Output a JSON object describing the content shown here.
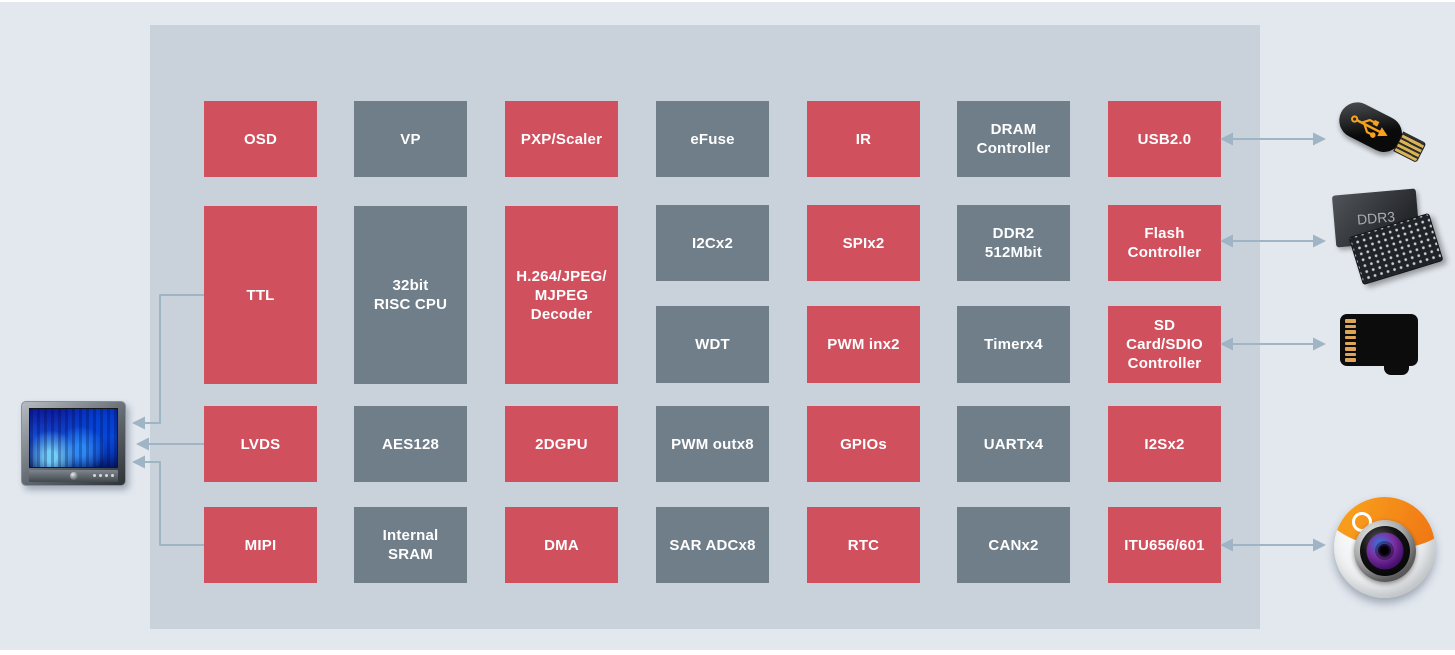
{
  "diagram": {
    "blocks": [
      {
        "id": "osd",
        "label": "OSD",
        "color": "red",
        "col": 0,
        "row": "r1"
      },
      {
        "id": "vp",
        "label": "VP",
        "color": "slate",
        "col": 1,
        "row": "r1"
      },
      {
        "id": "pxp-scaler",
        "label": "PXP/Scaler",
        "color": "red",
        "col": 2,
        "row": "r1"
      },
      {
        "id": "efuse",
        "label": "eFuse",
        "color": "slate",
        "col": 3,
        "row": "r1"
      },
      {
        "id": "ir",
        "label": "IR",
        "color": "red",
        "col": 4,
        "row": "r1"
      },
      {
        "id": "dram-controller",
        "label": "DRAM\nController",
        "color": "slate",
        "col": 5,
        "row": "r1"
      },
      {
        "id": "usb2",
        "label": "USB2.0",
        "color": "red",
        "col": 6,
        "row": "r1"
      },
      {
        "id": "ttl",
        "label": "TTL",
        "color": "red",
        "col": 0,
        "row": "tall"
      },
      {
        "id": "risc-cpu",
        "label": "32bit\nRISC CPU",
        "color": "slate",
        "col": 1,
        "row": "tall"
      },
      {
        "id": "decoder",
        "label": "H.264/JPEG/\nMJPEG\nDecoder",
        "color": "red",
        "col": 2,
        "row": "tall"
      },
      {
        "id": "i2c",
        "label": "I2Cx2",
        "color": "slate",
        "col": 3,
        "row": "r2"
      },
      {
        "id": "spi",
        "label": "SPIx2",
        "color": "red",
        "col": 4,
        "row": "r2"
      },
      {
        "id": "ddr2",
        "label": "DDR2\n512Mbit",
        "color": "slate",
        "col": 5,
        "row": "r2"
      },
      {
        "id": "flash-controller",
        "label": "Flash\nController",
        "color": "red",
        "col": 6,
        "row": "r2"
      },
      {
        "id": "wdt",
        "label": "WDT",
        "color": "slate",
        "col": 3,
        "row": "r3"
      },
      {
        "id": "pwm-in",
        "label": "PWM inx2",
        "color": "red",
        "col": 4,
        "row": "r3"
      },
      {
        "id": "timer",
        "label": "Timerx4",
        "color": "slate",
        "col": 5,
        "row": "r3"
      },
      {
        "id": "sd-controller",
        "label": "SD\nCard/SDIO\nController",
        "color": "red",
        "col": 6,
        "row": "r3"
      },
      {
        "id": "lvds",
        "label": "LVDS",
        "color": "red",
        "col": 0,
        "row": "r4"
      },
      {
        "id": "aes128",
        "label": "AES128",
        "color": "slate",
        "col": 1,
        "row": "r4"
      },
      {
        "id": "gpu",
        "label": "2DGPU",
        "color": "red",
        "col": 2,
        "row": "r4"
      },
      {
        "id": "pwm-out",
        "label": "PWM outx8",
        "color": "slate",
        "col": 3,
        "row": "r4"
      },
      {
        "id": "gpio",
        "label": "GPIOs",
        "color": "red",
        "col": 4,
        "row": "r4"
      },
      {
        "id": "uart",
        "label": "UARTx4",
        "color": "slate",
        "col": 5,
        "row": "r4"
      },
      {
        "id": "i2s",
        "label": "I2Sx2",
        "color": "red",
        "col": 6,
        "row": "r4"
      },
      {
        "id": "mipi",
        "label": "MIPI",
        "color": "red",
        "col": 0,
        "row": "r5"
      },
      {
        "id": "sram",
        "label": "Internal\nSRAM",
        "color": "slate",
        "col": 1,
        "row": "r5"
      },
      {
        "id": "dma",
        "label": "DMA",
        "color": "red",
        "col": 2,
        "row": "r5"
      },
      {
        "id": "sar-adc",
        "label": "SAR ADCx8",
        "color": "slate",
        "col": 3,
        "row": "r5"
      },
      {
        "id": "rtc",
        "label": "RTC",
        "color": "red",
        "col": 4,
        "row": "r5"
      },
      {
        "id": "can",
        "label": "CANx2",
        "color": "slate",
        "col": 5,
        "row": "r5"
      },
      {
        "id": "itu",
        "label": "ITU656/601",
        "color": "red",
        "col": 6,
        "row": "r5"
      }
    ],
    "devices": {
      "display": {
        "icon": "lcd-monitor-icon"
      },
      "usb_drive": {
        "icon": "usb-flash-drive-icon"
      },
      "ddr3": {
        "icon": "ddr3-memory-chips-icon",
        "label": "DDR3"
      },
      "sd_card": {
        "icon": "micro-sd-card-icon"
      },
      "camera": {
        "icon": "camera-icon"
      }
    },
    "connections": [
      {
        "from": "ttl",
        "to": "display",
        "bidirectional": false
      },
      {
        "from": "lvds",
        "to": "display",
        "bidirectional": false
      },
      {
        "from": "mipi",
        "to": "display",
        "bidirectional": false
      },
      {
        "from": "usb2",
        "to": "usb_drive",
        "bidirectional": true
      },
      {
        "from": "flash-controller",
        "to": "ddr3",
        "bidirectional": true
      },
      {
        "from": "sd-controller",
        "to": "sd_card",
        "bidirectional": true
      },
      {
        "from": "itu",
        "to": "camera",
        "bidirectional": true
      }
    ],
    "colors": {
      "red": "#d0505e",
      "slate": "#707e89",
      "canvas": "#c9d2da",
      "page_bg": "#e3e8ef",
      "arrow": "#9fb4c4",
      "block_text": "#ffffff"
    }
  }
}
